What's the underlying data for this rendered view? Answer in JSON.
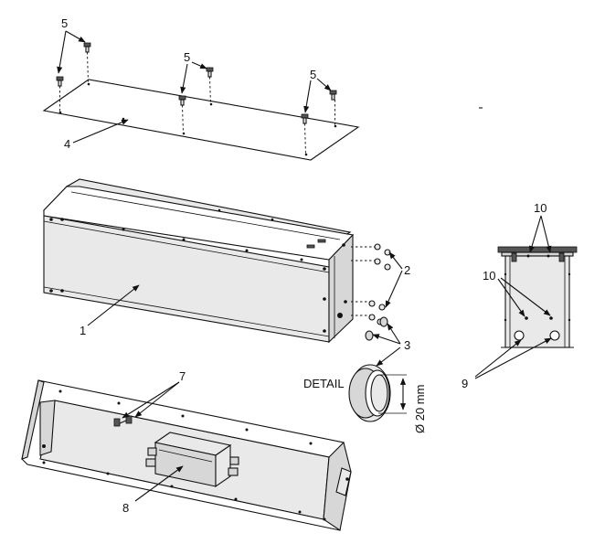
{
  "callouts": {
    "c1": "1",
    "c2": "2",
    "c3": "3",
    "c4": "4",
    "c5a": "5",
    "c5b": "5",
    "c5c": "5",
    "c7": "7",
    "c8": "8",
    "c9": "9",
    "c10a": "10",
    "c10b": "10"
  },
  "detail": {
    "label": "DETAIL",
    "dimension": "Ø 20 mm"
  }
}
